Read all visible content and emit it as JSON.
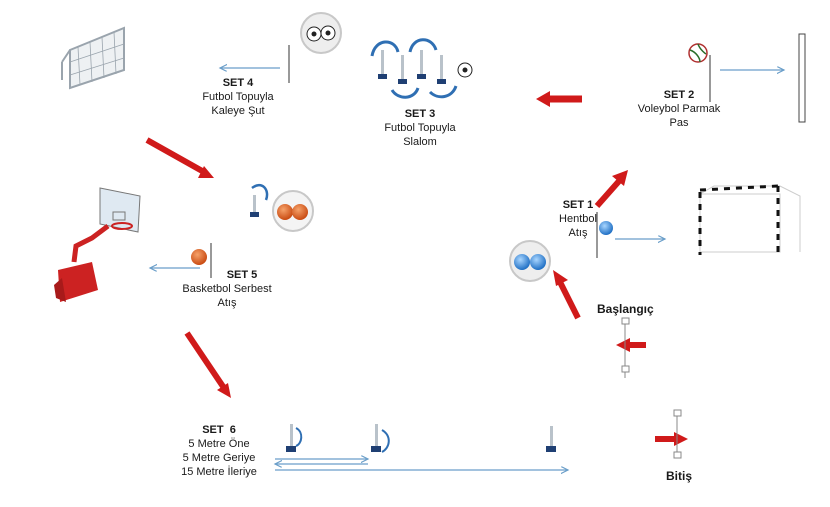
{
  "sets": [
    {
      "title": "SET 1",
      "lines": [
        "Hentbol",
        "Atış"
      ]
    },
    {
      "title": "SET 2",
      "lines": [
        "Voleybol Parmak",
        "Pas"
      ]
    },
    {
      "title": "SET 3",
      "lines": [
        "Futbol Topuyla",
        "Slalom"
      ]
    },
    {
      "title": "SET 4",
      "lines": [
        "Futbol Topuyla",
        "Kaleye Şut"
      ]
    },
    {
      "title": "SET 5",
      "lines": [
        "Basketbol Serbest",
        "Atış"
      ]
    },
    {
      "title": "SET  6",
      "lines": [
        "5 Metre Öne",
        "5 Metre Geriye",
        "15 Metre İleriye"
      ]
    }
  ],
  "start_label": "Başlangıç",
  "finish_label": "Bitiş",
  "colors": {
    "arrow": "#d01a1a",
    "line": "#6a9ec9",
    "ball_blue": "#2a7fd4",
    "ball_orange": "#e0601f",
    "backboard_red": "#cc2222"
  }
}
